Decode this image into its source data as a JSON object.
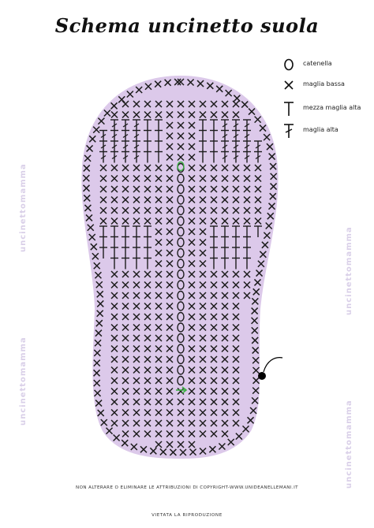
{
  "title": "Schema uncinetto suola",
  "watermark": "uncinettomamma",
  "legend": [
    {
      "icon": "chain-circle-icon",
      "label": "catenella"
    },
    {
      "icon": "cross-icon",
      "label": "maglia bassa"
    },
    {
      "icon": "half-double-t-icon",
      "label": "mezza maglia alta"
    },
    {
      "icon": "double-t-icon",
      "label": "maglia alta"
    }
  ],
  "footer": {
    "notice": "NON ALTERARE O ELIMINARE LE ATTRIBUZIONI DI COPYRIGHT-WWW.UNIDEANELLEMANI.IT",
    "prohibition": "VIETATA LA RIPRODUZIONE"
  },
  "colors": {
    "sole_fill": "#dcc9ea",
    "stitch": "#1c1c1c",
    "start_marker": "#3cb043",
    "thread_end": "#000000"
  }
}
